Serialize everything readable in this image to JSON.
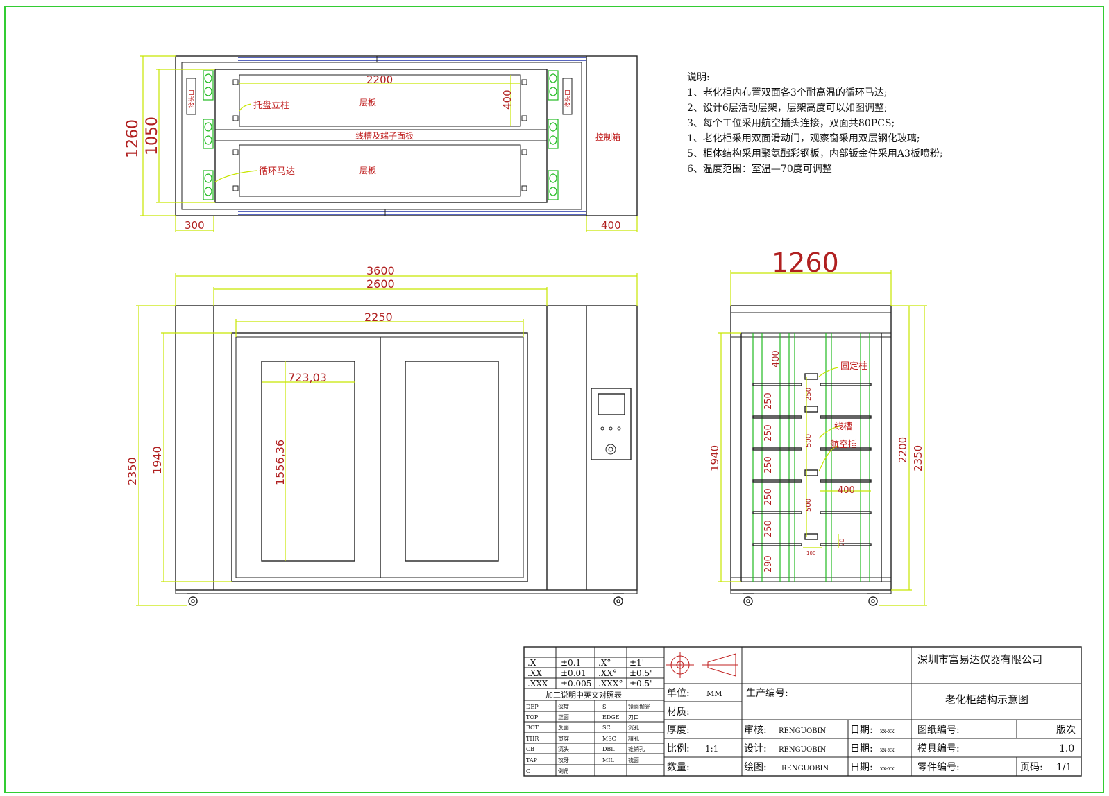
{
  "notes": {
    "heading": "说明:",
    "lines": [
      "1、老化柜内布置双面各3个耐高温的循环马达;",
      "2、设计6层活动层架，层架高度可以如图调整;",
      "3、每个工位采用航空插头连接，双面共80PCS;",
      "1、老化柜采用双面滑动门，观察窗采用双层钢化玻璃;",
      "5、柜体结构采用聚氨酯彩钢板，内部钣金件采用A3板喷粉;",
      "6、温度范围：室温—70度可调整"
    ]
  },
  "top_view": {
    "labels": {
      "tray_post": "托盘立柱",
      "shelf_top": "层板",
      "wire_tray": "线槽及端子面板",
      "shelf_bottom": "层板",
      "fan_motor": "循环马达",
      "control_box": "控制箱",
      "side_left": "接头口",
      "side_right": "接头口"
    },
    "dims": {
      "d2200": "2200",
      "d400v": "400",
      "d1260": "1260",
      "d1050": "1050",
      "d300": "300",
      "d400h": "400"
    }
  },
  "front_view": {
    "dims": {
      "d3600": "3600",
      "d2600": "2600",
      "d2250": "2250",
      "d723": "723,03",
      "d1556": "1556,36",
      "d2350": "2350",
      "d1940": "1940"
    }
  },
  "side_view": {
    "dims": {
      "d1260": "1260",
      "d1940": "1940",
      "d2200": "2200",
      "d2350": "2350",
      "d400top": "400",
      "d250": "250",
      "d290": "290",
      "d500": "500",
      "d400": "400",
      "d100": "100",
      "d70": "70"
    },
    "labels": {
      "fixed_post": "固定柱",
      "wire_slot": "线槽",
      "air_plug": "航空插"
    }
  },
  "title_block": {
    "tolerances": [
      [
        ".X",
        "±0.1",
        ".X°",
        "±1'"
      ],
      [
        ".XX",
        "±0.01",
        ".XX°",
        "±0.5'"
      ],
      [
        ".XXX",
        "±0.005",
        ".XXX°",
        "±0.5'"
      ]
    ],
    "glossary_title": "加工说明中英文对照表",
    "glossary": [
      [
        "DEP",
        "深度",
        "S",
        "镜面抛光"
      ],
      [
        "TOP",
        "正面",
        "EDGE",
        "刃口"
      ],
      [
        "BOT",
        "反面",
        "SC",
        "沉孔"
      ],
      [
        "THR",
        "贯穿",
        "MSC",
        "精孔"
      ],
      [
        "CB",
        "沉头",
        "DBL",
        "锥销孔"
      ],
      [
        "TAP",
        "攻牙",
        "MIL",
        "铣面"
      ],
      [
        "C",
        "倒角",
        "",
        ""
      ]
    ],
    "company": "深圳市富易达仪器有限公司",
    "drawing_title": "老化柜结构示意图",
    "unit_label": "单位:",
    "unit_value": "MM",
    "material_label": "材质:",
    "thickness_label": "厚度:",
    "scale_label": "比例:",
    "scale_value": "1:1",
    "quantity_label": "数量:",
    "production_no_label": "生产编号:",
    "review_label": "审核:",
    "design_label": "设计:",
    "draw_label": "绘图:",
    "person": "RENGUOBIN",
    "date_label": "日期:",
    "date_value": "xx-xx",
    "drawing_no_label": "图纸编号:",
    "mold_no_label": "模具编号:",
    "part_no_label": "零件编号:",
    "version_label": "版次",
    "version_value": "1.0",
    "page_label": "页码:",
    "page_value": "1/1"
  }
}
